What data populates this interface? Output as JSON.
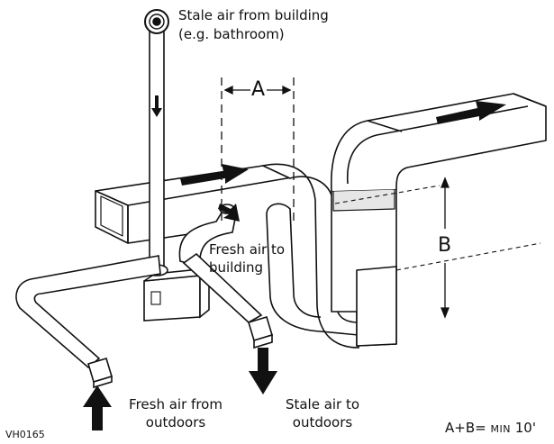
{
  "labels": {
    "stale_in_line1": "Stale air from building",
    "stale_in_line2": "(e.g. bathroom)",
    "fresh_to_line1": "Fresh air to",
    "fresh_to_line2": "building",
    "fresh_from_line1": "Fresh air from",
    "fresh_from_line2": "outdoors",
    "stale_out_line1": "Stale air to",
    "stale_out_line2": "outdoors",
    "dim_a": "A",
    "dim_b": "B",
    "formula_prefix": "A+B=",
    "formula_min": "MIN",
    "formula_value": "10'",
    "code": "VH0165"
  },
  "colors": {
    "ink": "#111111",
    "fill": "#ffffff",
    "shade": "#e6e6e6"
  }
}
